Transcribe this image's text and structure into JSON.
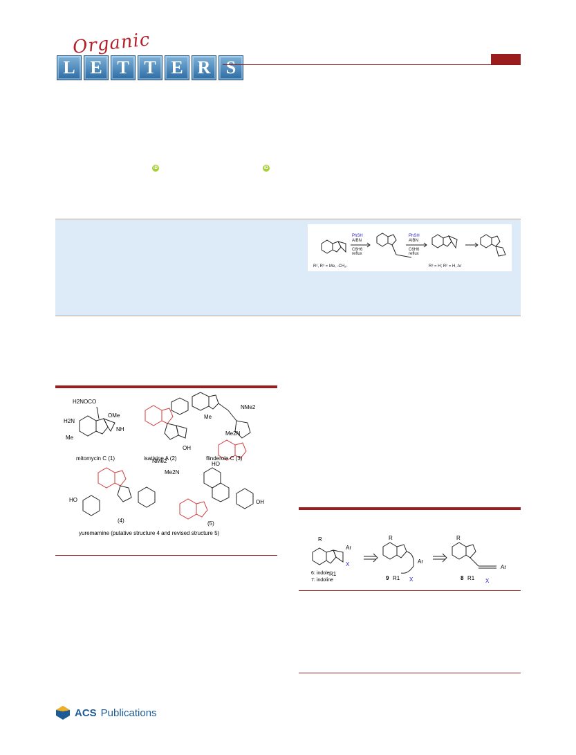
{
  "journal": {
    "script": "Organic",
    "letters": [
      "L",
      "E",
      "T",
      "T",
      "E",
      "R",
      "S"
    ]
  },
  "toc_graphic": {
    "reagent_1": "PhSH",
    "reagent_2": "AIBN",
    "solvent": "C6H6",
    "condition": "reflux",
    "substituent_note_left": "R², R³ = Me, -CH₂-",
    "substituent_note_right": "R³ = H; R² = H, Ar"
  },
  "figure1": {
    "compound_1": "mitomycin C (1)",
    "compound_2": "isatisine A (2)",
    "compound_3": "flinderole C (3)",
    "compound_4": "(4)",
    "compound_5": "(5)",
    "caption": "yuremamine (putative structure 4 and revised structure 5)",
    "labels": {
      "h2nocoo": "H2NOCO",
      "ome": "OMe",
      "h2n": "H2N",
      "me": "Me",
      "nh": "NH",
      "nme2": "NMe2",
      "me2n": "Me2N",
      "oh": "OH",
      "ho": "HO"
    }
  },
  "scheme1": {
    "c6_label": "6: indole",
    "c7_label": "7: indoline",
    "c9_label": "9",
    "c8_label": "8",
    "r": "R",
    "r1": "R1",
    "ar": "Ar",
    "x": "X"
  },
  "footer": {
    "publisher": "ACS",
    "publisher_suffix": "Publications"
  }
}
